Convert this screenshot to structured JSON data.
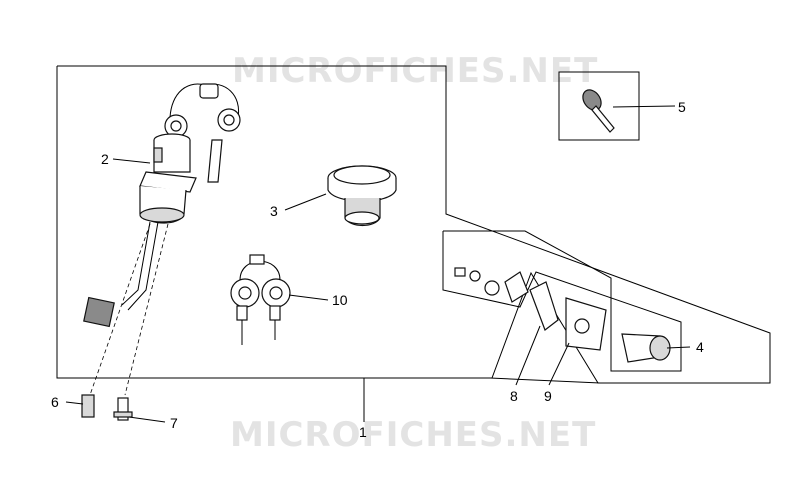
{
  "watermark": {
    "top_text": "MICROFICHES.NET",
    "bottom_text": "MICROFICHES.NET"
  },
  "callouts": [
    {
      "id": "1",
      "label": "1"
    },
    {
      "id": "2",
      "label": "2"
    },
    {
      "id": "3",
      "label": "3"
    },
    {
      "id": "4",
      "label": "4"
    },
    {
      "id": "5",
      "label": "5"
    },
    {
      "id": "6",
      "label": "6"
    },
    {
      "id": "7",
      "label": "7"
    },
    {
      "id": "8",
      "label": "8"
    },
    {
      "id": "9",
      "label": "9"
    },
    {
      "id": "10",
      "label": "10"
    }
  ]
}
